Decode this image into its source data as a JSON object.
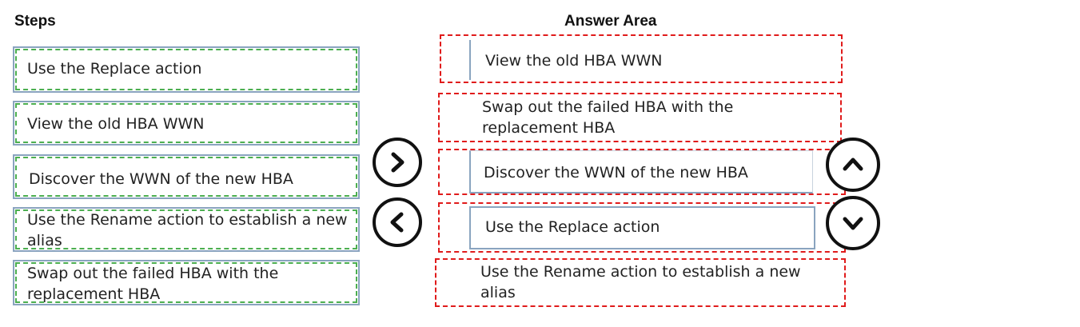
{
  "headings": {
    "steps": "Steps",
    "answer_area": "Answer Area"
  },
  "steps": [
    {
      "text": "Use the Replace action"
    },
    {
      "text": "View the old HBA WWN"
    },
    {
      "text": "Discover the WWN of the new HBA"
    },
    {
      "text": "Use the Rename action to establish a new\nalias"
    },
    {
      "text": "Swap out the failed HBA with the\nreplacement  HBA"
    }
  ],
  "answers": [
    {
      "text": "View the old HBA WWN"
    },
    {
      "text": "Swap out the failed HBA with the\nreplacement  HBA"
    },
    {
      "text": "Discover the WWN of the new HBA"
    },
    {
      "text": "Use the Replace action"
    },
    {
      "text": "Use the Rename action to establish a new\nalias"
    }
  ],
  "controls": {
    "move_right_icon": "chevron-right-icon",
    "move_left_icon": "chevron-left-icon",
    "move_up_icon": "chevron-up-icon",
    "move_down_icon": "chevron-down-icon"
  },
  "colors": {
    "source_dash": "#4caf50",
    "target_dash": "#e01b1b",
    "card_border": "#8aa4bf"
  }
}
